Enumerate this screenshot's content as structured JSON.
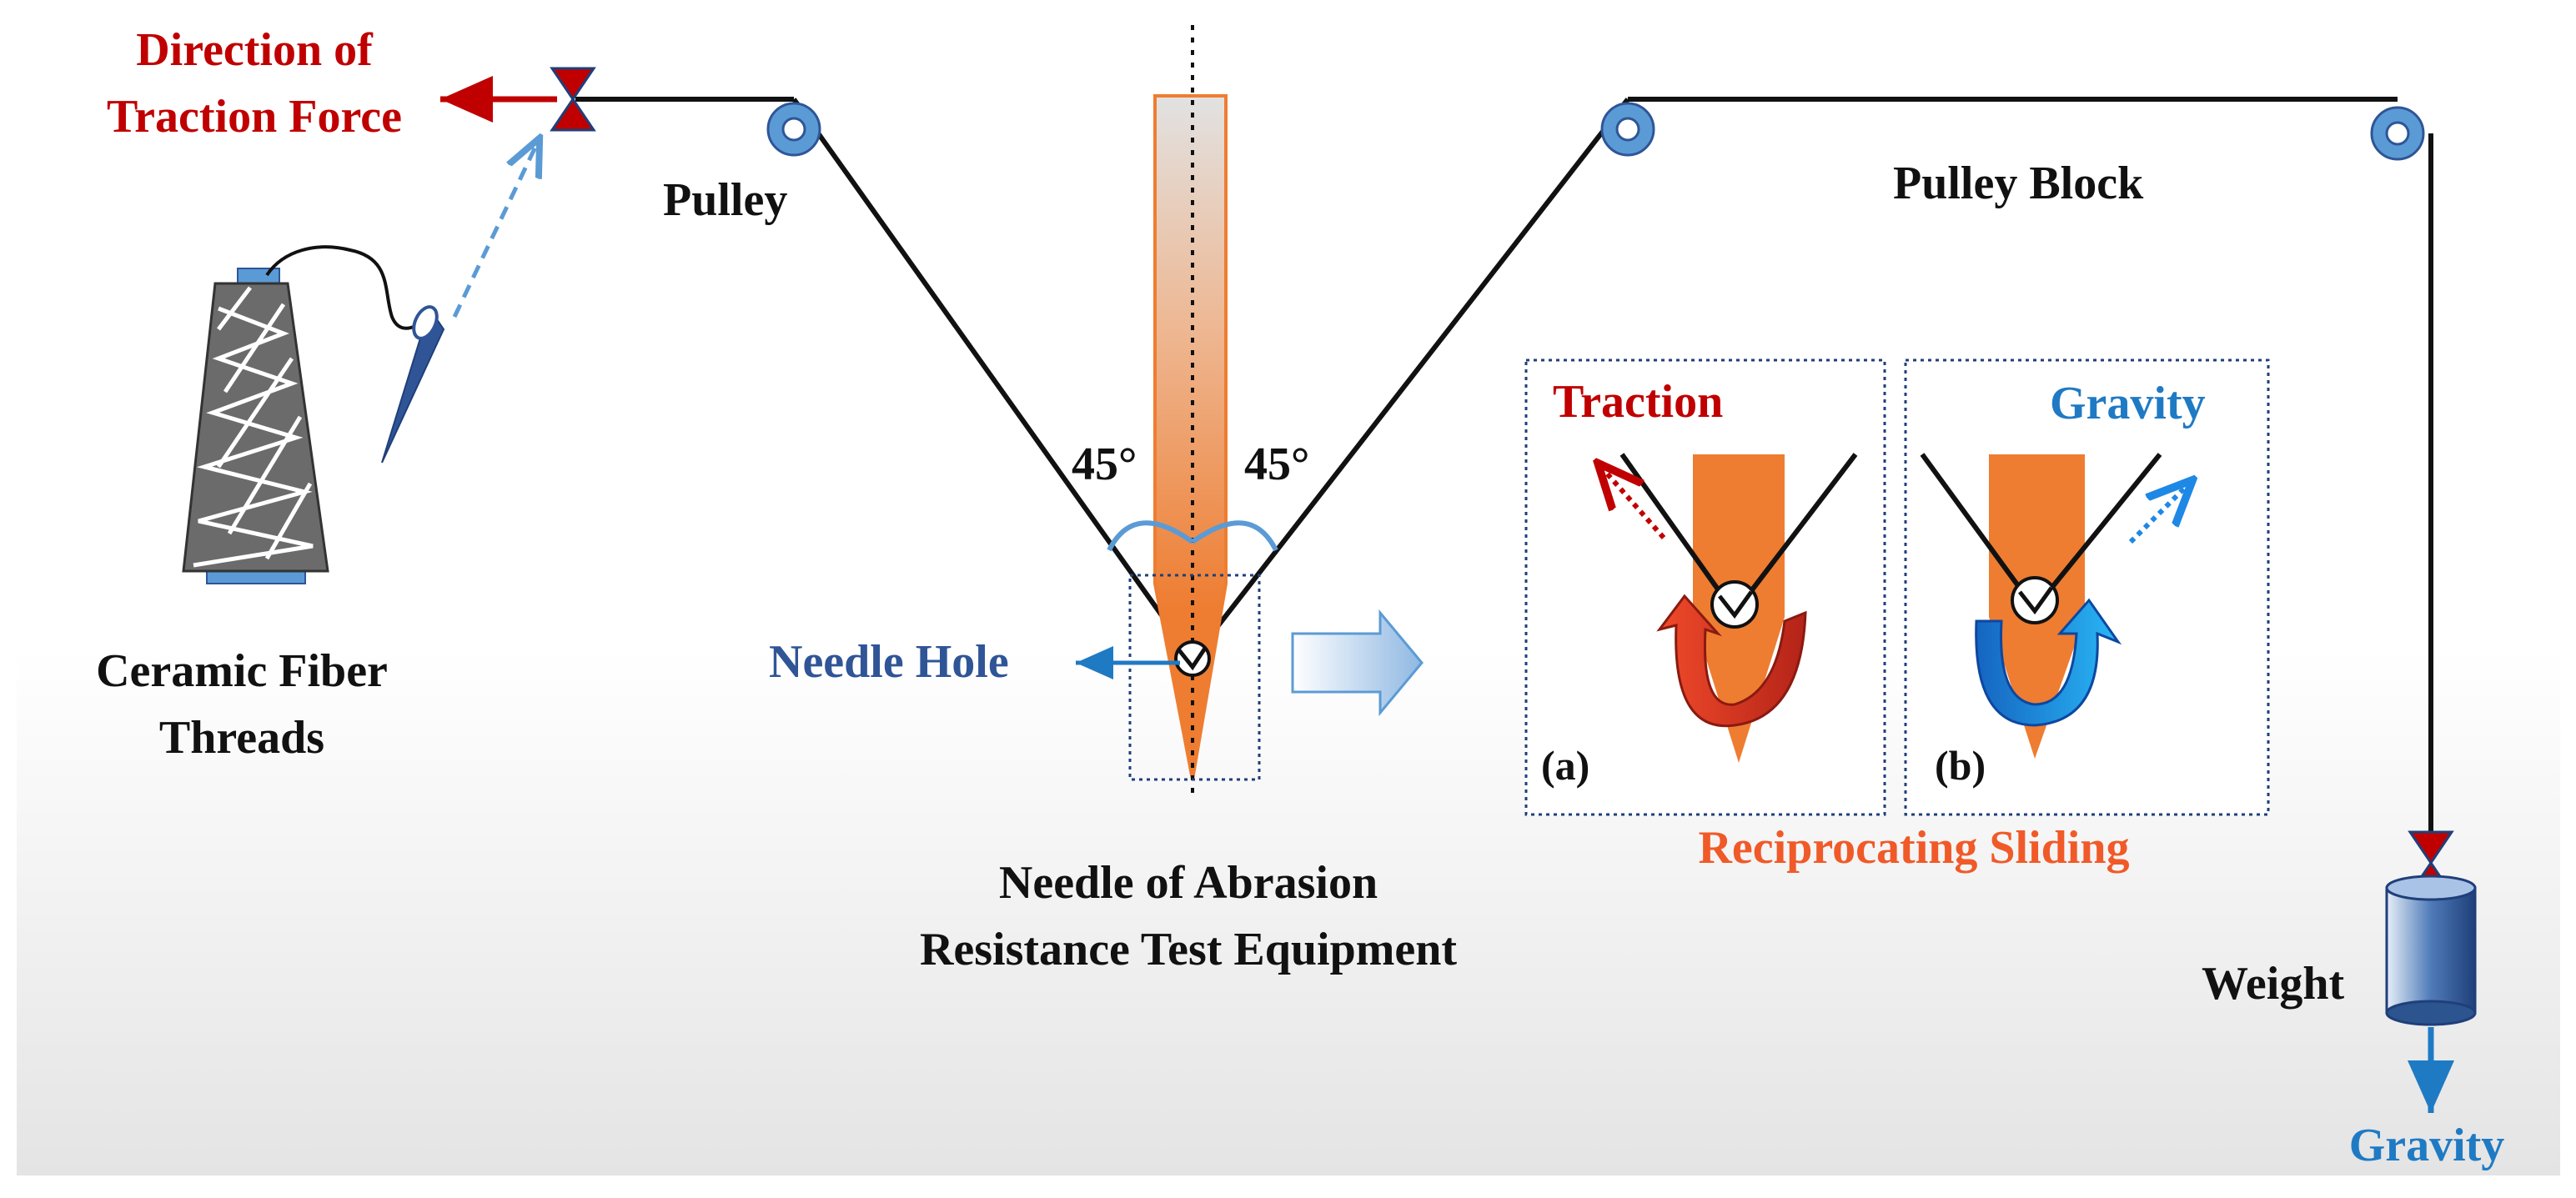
{
  "labels": {
    "direction_line1": "Direction of",
    "direction_line2": "Traction Force",
    "pulley": "Pulley",
    "pulley_block": "Pulley Block",
    "ceramic_line1": "Ceramic Fiber",
    "ceramic_line2": "Threads",
    "angle_left": "45°",
    "angle_right": "45°",
    "needle_hole": "Needle Hole",
    "needle_line1": "Needle of Abrasion",
    "needle_line2": "Resistance Test Equipment",
    "traction": "Traction",
    "gravity_panel": "Gravity",
    "panel_a": "(a)",
    "panel_b": "(b)",
    "reciprocating": "Reciprocating Sliding",
    "weight": "Weight",
    "gravity_bottom": "Gravity"
  },
  "colors": {
    "red_text": "#c00000",
    "blue_text": "#1f7ac4",
    "needle_hole_text": "#2f5597",
    "sliding_text": "#f05a28",
    "needle_orange": "#ee7d31",
    "pulley_blue": "#5b9bd5",
    "bow_red": "#c00000",
    "arrow_blue": "#1e88e5"
  },
  "icons": {
    "spool": "thread-spool-icon",
    "sewing_needle": "sewing-needle-icon",
    "pulley": "pulley-icon",
    "weight": "cylinder-weight-icon",
    "bow_tie": "bowtie-clamp-icon",
    "block_arrow": "right-block-arrow-icon"
  }
}
